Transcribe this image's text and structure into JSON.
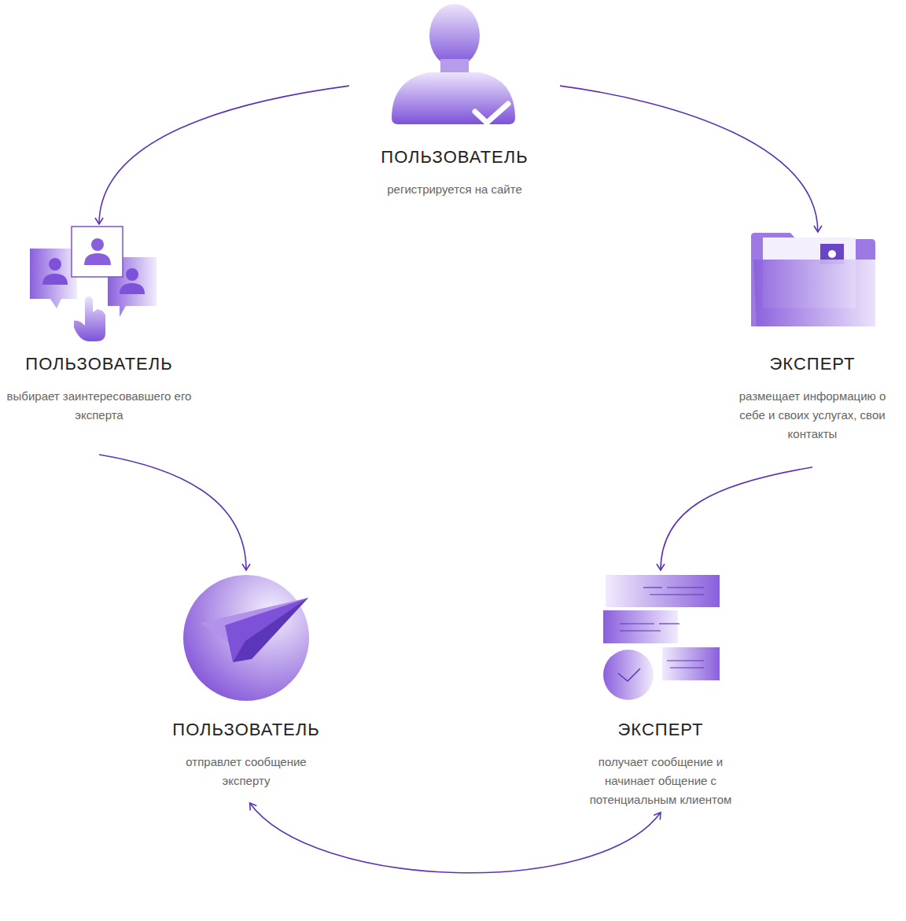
{
  "diagram": {
    "nodes": [
      {
        "text": [
          "ПОЛЬЗОВАТЕЛЬ",
          "регистрируется на сайте"
        ]
      },
      {
        "text": [
          "ПОЛЬЗОВАТЕЛЬ",
          "выбирает заинтересовавшего его эксперта"
        ]
      },
      {
        "text": [
          "ЭКСПЕРТ",
          "размещает информацию о себе и своих услугах, свои контакты"
        ]
      },
      {
        "text": [
          "ПОЛЬЗОВАТЕЛЬ",
          "отправлет сообщение эксперту"
        ]
      },
      {
        "text": [
          "ЭКСПЕРТ",
          "получает сообщение и начинает общение с потенциальным клиентом"
        ]
      }
    ],
    "edges": [
      {
        "from": 0,
        "to": 1,
        "arrow": "to"
      },
      {
        "from": 0,
        "to": 2,
        "arrow": "to"
      },
      {
        "from": 1,
        "to": 3,
        "arrow": "to"
      },
      {
        "from": 2,
        "to": 4,
        "arrow": "to"
      },
      {
        "from": 3,
        "to": 4,
        "arrow": "both"
      }
    ]
  }
}
